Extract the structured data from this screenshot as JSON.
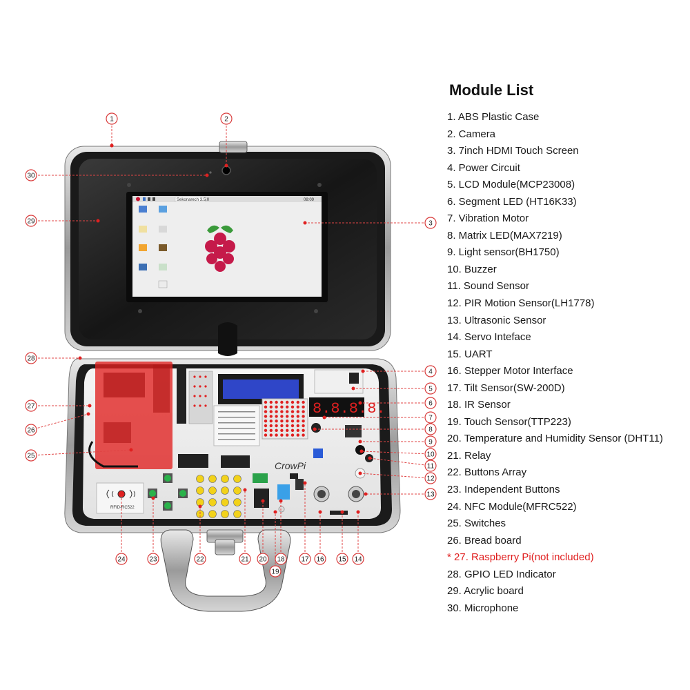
{
  "legend": {
    "title": "Module List",
    "items": [
      {
        "text": "1. ABS Plastic Case",
        "highlight": false
      },
      {
        "text": "2. Camera",
        "highlight": false
      },
      {
        "text": "3. 7inch HDMI Touch Screen",
        "highlight": false
      },
      {
        "text": "4. Power Circuit",
        "highlight": false
      },
      {
        "text": "5. LCD Module(MCP23008)",
        "highlight": false
      },
      {
        "text": "6. Segment LED (HT16K33)",
        "highlight": false
      },
      {
        "text": "7. Vibration Motor",
        "highlight": false
      },
      {
        "text": "8. Matrix LED(MAX7219)",
        "highlight": false
      },
      {
        "text": "9. Light sensor(BH1750)",
        "highlight": false
      },
      {
        "text": "10. Buzzer",
        "highlight": false
      },
      {
        "text": "11. Sound Sensor",
        "highlight": false
      },
      {
        "text": "12. PIR Motion Sensor(LH1778)",
        "highlight": false
      },
      {
        "text": "13. Ultrasonic Sensor",
        "highlight": false
      },
      {
        "text": "14. Servo Inteface",
        "highlight": false
      },
      {
        "text": "15. UART",
        "highlight": false
      },
      {
        "text": "16. Stepper Motor Interface",
        "highlight": false
      },
      {
        "text": "17. Tilt Sensor(SW-200D)",
        "highlight": false
      },
      {
        "text": "18. IR Sensor",
        "highlight": false
      },
      {
        "text": "19. Touch Sensor(TTP223)",
        "highlight": false
      },
      {
        "text": "20. Temperature and Humidity Sensor (DHT11)",
        "highlight": false
      },
      {
        "text": "21. Relay",
        "highlight": false
      },
      {
        "text": "22. Buttons Array",
        "highlight": false
      },
      {
        "text": "23. Independent Buttons",
        "highlight": false
      },
      {
        "text": "24. NFC Module(MFRC522)",
        "highlight": false
      },
      {
        "text": "25. Switches",
        "highlight": false
      },
      {
        "text": "26. Bread board",
        "highlight": false
      },
      {
        "text": "* 27. Raspberry Pi(not included)",
        "highlight": true
      },
      {
        "text": "28. GPIO LED Indicator",
        "highlight": false
      },
      {
        "text": "29. Acrylic board",
        "highlight": false
      },
      {
        "text": "30. Microphone",
        "highlight": false
      }
    ]
  },
  "callouts": [
    "1",
    "2",
    "3",
    "4",
    "5",
    "6",
    "7",
    "8",
    "9",
    "10",
    "11",
    "12",
    "13",
    "14",
    "15",
    "16",
    "17",
    "18",
    "19",
    "20",
    "21",
    "22",
    "23",
    "24",
    "25",
    "26",
    "27",
    "28",
    "29",
    "30"
  ],
  "board": {
    "brand": "CrowPi",
    "screen_tab": "Sekonarech 3.5.0",
    "screen_time": "08:09",
    "desktop_icons": [
      "Wastebasket",
      "Chromium web browser",
      "CrowPi",
      "Claws Mail",
      "Scratch 2",
      "Minecraft Pi",
      "Python 2 (IDLE)",
      "LibreOffice Impress",
      "Text Editor"
    ],
    "nfc_label": "RFID-RC522",
    "segment_digits": "8.8.8.8."
  },
  "colors": {
    "accent": "#e02020",
    "case": "#1c1c1c",
    "screen_bg": "#eeeeee",
    "pi_overlay": "#e0201f"
  }
}
